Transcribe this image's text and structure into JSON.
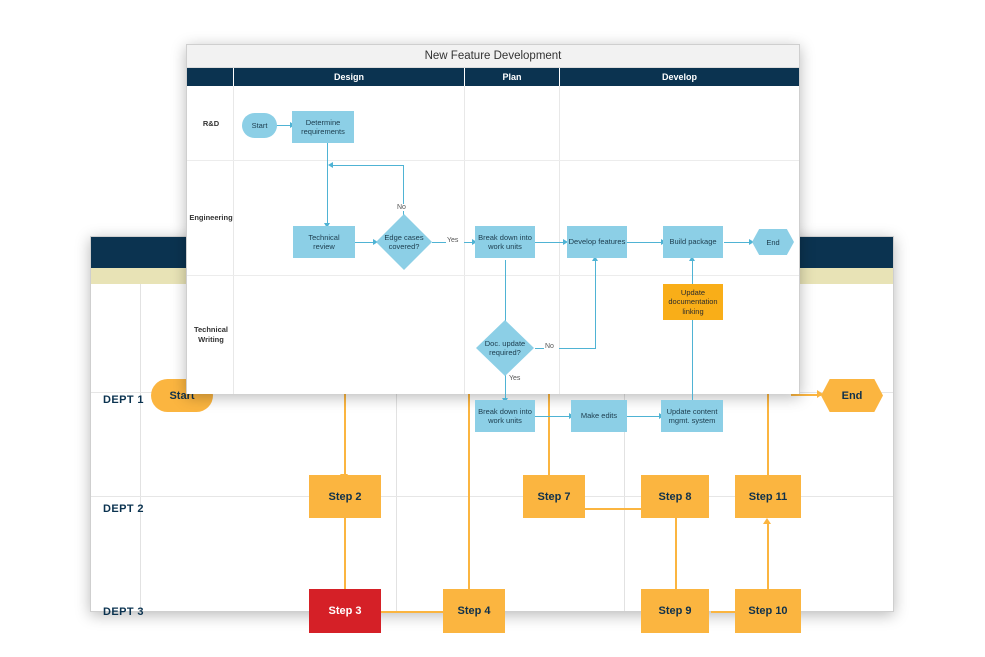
{
  "background_diagram": {
    "name": "swimlane-steps-diagram",
    "header_color": "#0b3350",
    "band_color": "#e8e3b6",
    "accent_color": "#fbb540",
    "alert_color": "#d52027",
    "lanes": [
      {
        "label": "DEPT 1"
      },
      {
        "label": "DEPT 2"
      },
      {
        "label": "DEPT 3"
      }
    ],
    "nodes": [
      {
        "id": "start",
        "label": "Start",
        "shape": "pill",
        "color": "#fbb540"
      },
      {
        "id": "end",
        "label": "End",
        "shape": "hexagon",
        "color": "#fbb540"
      },
      {
        "id": "step2",
        "label": "Step 2",
        "shape": "rect",
        "color": "#fbb540"
      },
      {
        "id": "step3",
        "label": "Step 3",
        "shape": "rect",
        "color": "#d52027"
      },
      {
        "id": "step4",
        "label": "Step 4",
        "shape": "rect",
        "color": "#fbb540"
      },
      {
        "id": "step7",
        "label": "Step 7",
        "shape": "rect",
        "color": "#fbb540"
      },
      {
        "id": "step8",
        "label": "Step 8",
        "shape": "rect",
        "color": "#fbb540"
      },
      {
        "id": "step9",
        "label": "Step 9",
        "shape": "rect",
        "color": "#fbb540"
      },
      {
        "id": "step10",
        "label": "Step 10",
        "shape": "rect",
        "color": "#fbb540"
      },
      {
        "id": "step11",
        "label": "Step 11",
        "shape": "rect",
        "color": "#fbb540"
      }
    ]
  },
  "foreground_diagram": {
    "title": "New Feature Development",
    "header_color": "#0b3350",
    "node_color": "#8ccfe6",
    "highlight_color": "#f9ae18",
    "connector_color": "#4fb3d4",
    "columns": [
      {
        "label": ""
      },
      {
        "label": "Design"
      },
      {
        "label": "Plan"
      },
      {
        "label": "Develop"
      }
    ],
    "lanes": [
      {
        "label": "R&D"
      },
      {
        "label": "Engineering"
      },
      {
        "label": "Technical Writing",
        "line1": "Technical",
        "line2": "Writing"
      }
    ],
    "nodes": [
      {
        "id": "start",
        "label": "Start",
        "shape": "pill"
      },
      {
        "id": "determine-requirements",
        "label": "Determine requirements",
        "line1": "Determine",
        "line2": "requirements",
        "shape": "rect"
      },
      {
        "id": "technical-review",
        "label": "Technical review",
        "line1": "Technical",
        "line2": "review",
        "shape": "rect"
      },
      {
        "id": "edge-cases-covered",
        "label": "Edge cases covered?",
        "line1": "Edge cases",
        "line2": "covered?",
        "shape": "diamond"
      },
      {
        "id": "break-down-into-work-units-eng",
        "label": "Break down into work units",
        "line1": "Break down into",
        "line2": "work units",
        "shape": "rect"
      },
      {
        "id": "develop-features",
        "label": "Develop features",
        "shape": "rect"
      },
      {
        "id": "build-package",
        "label": "Build package",
        "shape": "rect"
      },
      {
        "id": "end",
        "label": "End",
        "shape": "hexagon"
      },
      {
        "id": "update-documentation-linking",
        "label": "Update documentation linking",
        "line1": "Update",
        "line2": "documentation",
        "line3": "linking",
        "shape": "rect",
        "color": "#f9ae18"
      },
      {
        "id": "doc-update-required",
        "label": "Doc. update required?",
        "line1": "Doc. update",
        "line2": "required?",
        "shape": "diamond"
      },
      {
        "id": "break-down-into-work-units-tw",
        "label": "Break down into work units",
        "line1": "Break down into",
        "line2": "work units",
        "shape": "rect"
      },
      {
        "id": "make-edits",
        "label": "Make edits",
        "shape": "rect"
      },
      {
        "id": "update-content-mgmt-system",
        "label": "Update content mgmt. system",
        "line1": "Update content",
        "line2": "mgmt. system",
        "shape": "rect"
      }
    ],
    "edge_labels": {
      "edge_cases_no": "No",
      "edge_cases_yes": "Yes",
      "doc_update_no": "No",
      "doc_update_yes": "Yes"
    }
  }
}
